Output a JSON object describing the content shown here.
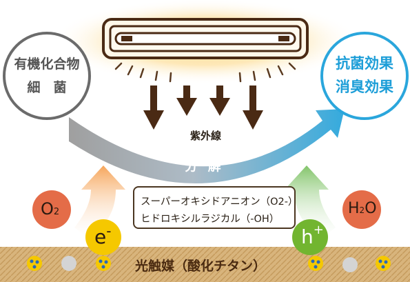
{
  "left_circle": {
    "line1": "有機化合物",
    "line2": "細　菌"
  },
  "right_circle": {
    "line1": "抗菌効果",
    "line2": "消臭効果"
  },
  "uv_label": "紫外線",
  "decompose_label": "分 解",
  "species": {
    "o2": {
      "main": "O",
      "sub": "2"
    },
    "electron": {
      "main": "e",
      "sup": "-"
    },
    "hole": {
      "main": "h",
      "sup": "+"
    },
    "water": {
      "main": "H",
      "sub": "2",
      "tail": "O"
    }
  },
  "radicals": {
    "line1": "スーパーオキシドアニオン（O2-）",
    "line2": "ヒドロキシルラジカル（-OH）"
  },
  "catalyst_label": "光触媒（酸化チタン）",
  "colors": {
    "arc_left": "#9a9a9a",
    "arc_right": "#2aa6dc",
    "uv_arrow": "#4a2a14",
    "o2_circle": "#e46c48",
    "h2o_circle": "#e46c48",
    "e_circle": "#f5c800",
    "h_circle": "#72b530",
    "ground": "#d6b27a",
    "glow": "#fbd88a"
  }
}
